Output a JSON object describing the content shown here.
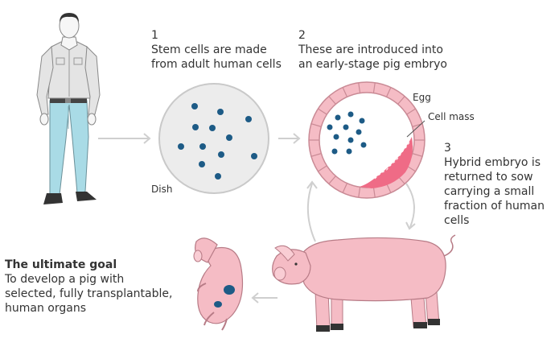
{
  "steps": [
    {
      "number": "1",
      "lines": [
        "Stem cells are made",
        "from adult human cells"
      ]
    },
    {
      "number": "2",
      "lines": [
        "These are introduced into",
        "an early-stage pig embryo"
      ]
    },
    {
      "number": "3",
      "lines": [
        "Hybrid embryo is",
        "returned to sow",
        "carrying a small",
        "fraction of human",
        "cells"
      ]
    }
  ],
  "labels": {
    "dish": "Dish",
    "egg": "Egg",
    "cell_mass": "Cell mass"
  },
  "goal": {
    "title": "The ultimate goal",
    "lines": [
      "To develop a pig with",
      "selected, fully transplantable,",
      "human organs"
    ]
  },
  "colors": {
    "text": "#333333",
    "cell_dot": "#1d5b86",
    "pink": "#f5bcc5",
    "pink_dark": "#e98a99",
    "cell_mass": "#ef6b86",
    "dish": "#ececec",
    "arrow": "#cfcfcf",
    "shirt": "#e4e4e4",
    "jeans": "#a9dbe6"
  }
}
